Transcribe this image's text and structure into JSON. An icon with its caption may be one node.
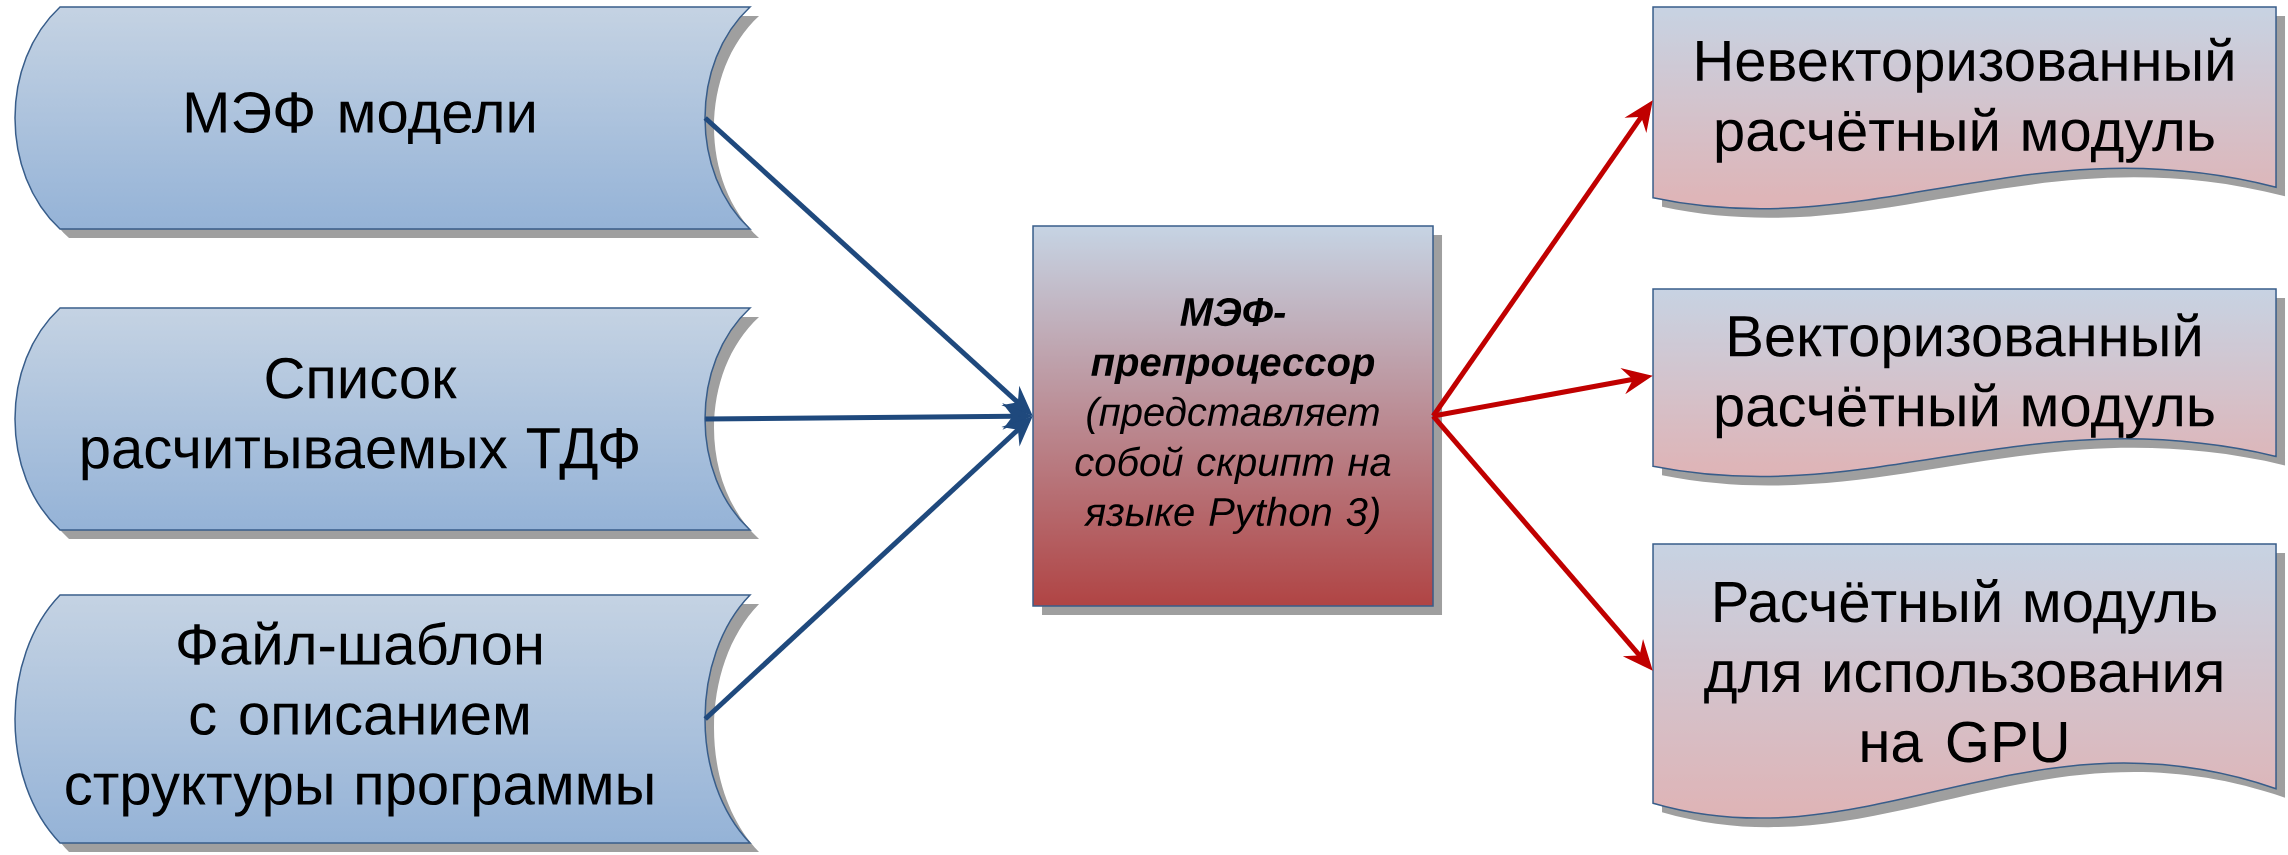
{
  "diagram": {
    "nodes": [
      {
        "text": [
          "МЭФ модели"
        ]
      },
      {
        "text": [
          "Список расчитываемых ТДФ"
        ]
      },
      {
        "text": [
          "Файл-шаблон с описанием структуры программы"
        ]
      },
      {
        "text": [
          "МЭФ-препроцессор",
          "(представляет собой скрипт на языке Python 3)"
        ]
      },
      {
        "text": [
          "Невекторизованный расчётный модуль"
        ]
      },
      {
        "text": [
          "Векторизованный расчётный модуль"
        ]
      },
      {
        "text": [
          "Расчётный модуль для использования на GPU"
        ]
      }
    ],
    "edges": [
      {
        "from": 0,
        "to": 3,
        "arrow": "to"
      },
      {
        "from": 1,
        "to": 3,
        "arrow": "to"
      },
      {
        "from": 2,
        "to": 3,
        "arrow": "to"
      },
      {
        "from": 3,
        "to": 4,
        "arrow": "to",
        "color": "#c00000"
      },
      {
        "from": 3,
        "to": 5,
        "arrow": "to",
        "color": "#c00000"
      },
      {
        "from": 3,
        "to": 6,
        "arrow": "to",
        "color": "#c00000"
      }
    ]
  }
}
